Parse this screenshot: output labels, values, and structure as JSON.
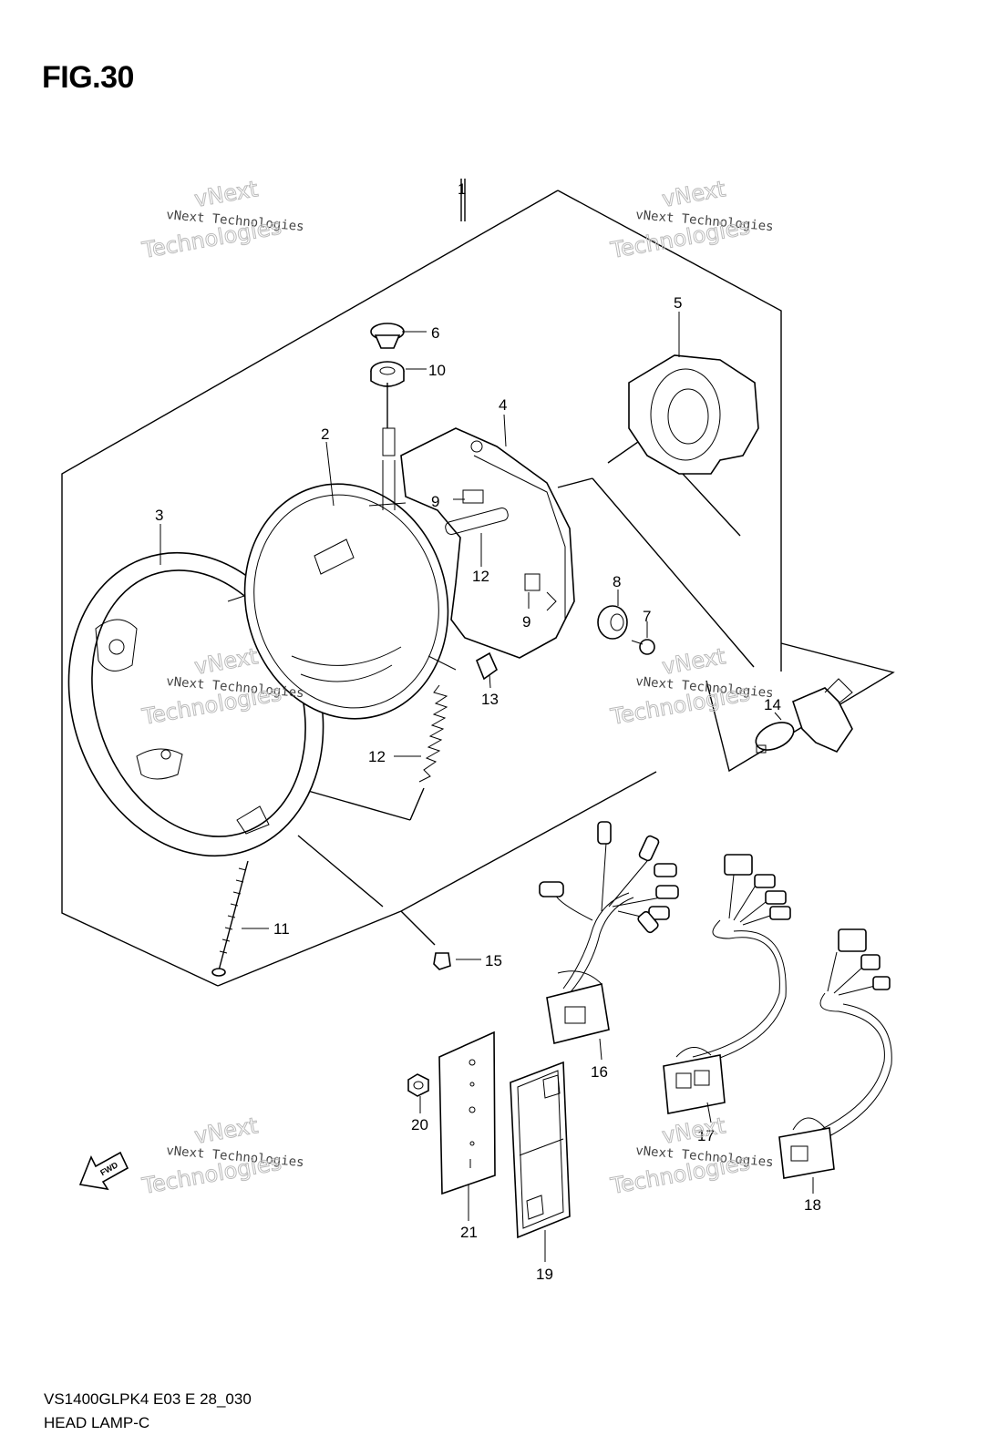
{
  "title": "FIG.30",
  "footer": {
    "code": "VS1400GLPK4 E03 E 28_030",
    "name": "HEAD LAMP-C"
  },
  "watermark": {
    "line1": "vNext Technologies",
    "line2": "vNext",
    "line3": "Technologies"
  },
  "fwd_label": "FWD",
  "callouts": [
    "1",
    "2",
    "3",
    "4",
    "5",
    "6",
    "7",
    "8",
    "9",
    "9",
    "10",
    "11",
    "12",
    "12",
    "13",
    "14",
    "15",
    "16",
    "17",
    "18",
    "19",
    "20",
    "21"
  ]
}
